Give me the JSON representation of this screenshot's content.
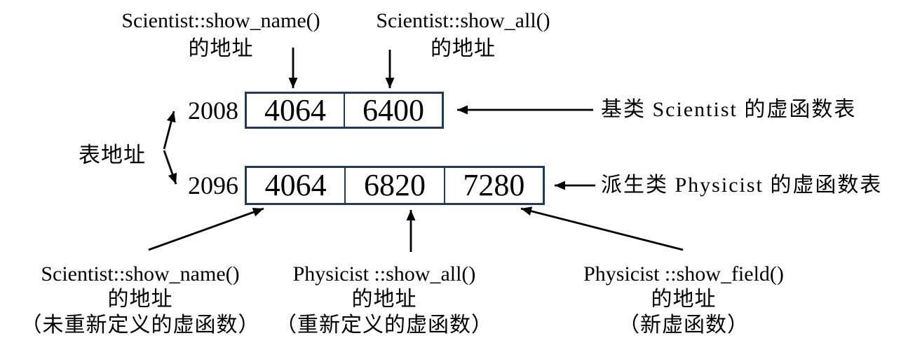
{
  "colors": {
    "background": "#ffffff",
    "table_border": "#1f3864",
    "text": "#000000",
    "arrow": "#000000"
  },
  "top_labels": [
    {
      "name": "Scientist::show_name()",
      "sub": "的地址"
    },
    {
      "name": "Scientist::show_all()",
      "sub": "的地址"
    }
  ],
  "left_label": "表地址",
  "tables": [
    {
      "address": "2008",
      "cells": [
        "4064",
        "6400"
      ],
      "caption": "基类 Scientist 的虚函数表"
    },
    {
      "address": "2096",
      "cells": [
        "4064",
        "6820",
        "7280"
      ],
      "caption": "派生类 Physicist 的虚函数表"
    }
  ],
  "bottom_labels": [
    {
      "name": "Scientist::show_name()",
      "sub": "的地址",
      "note": "（未重新定义的虚函数）"
    },
    {
      "name": "Physicist ::show_all()",
      "sub": "的地址",
      "note": "（重新定义的虚函数）"
    },
    {
      "name": "Physicist ::show_field()",
      "sub": "的地址",
      "note": "（新虚函数）"
    }
  ]
}
